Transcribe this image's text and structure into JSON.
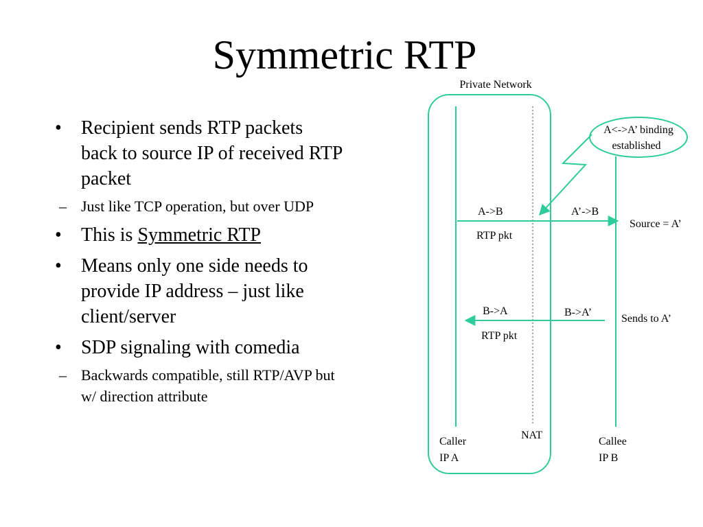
{
  "title": "Symmetric RTP",
  "bullets": [
    {
      "text": "Recipient sends RTP packets back to source IP of received RTP packet",
      "sub": [
        "Just like TCP operation, but over UDP"
      ]
    },
    {
      "prefix": "This is ",
      "emph": "Symmetric RTP"
    },
    {
      "text": "Means only one side needs to provide IP address – just like client/server"
    },
    {
      "text": "SDP signaling with comedia",
      "sub": [
        "Backwards compatible, still RTP/AVP but w/ direction attribute"
      ]
    }
  ],
  "diagram": {
    "private_network_label": "Private Network",
    "binding_line1": "A<->A’ binding",
    "binding_line2": "established",
    "pkt1_left": "A->B",
    "pkt1_right": "A’->B",
    "pkt1_sub": "RTP pkt",
    "pkt1_note": "Source = A’",
    "pkt2_left": "B->A",
    "pkt2_right": "B->A’",
    "pkt2_sub": "RTP pkt",
    "pkt2_note": "Sends to A’",
    "caller_line1": "Caller",
    "caller_line2": "IP A",
    "nat_label": "NAT",
    "callee_line1": "Callee",
    "callee_line2": "IP B",
    "accent_color": "#2ecc9a"
  }
}
